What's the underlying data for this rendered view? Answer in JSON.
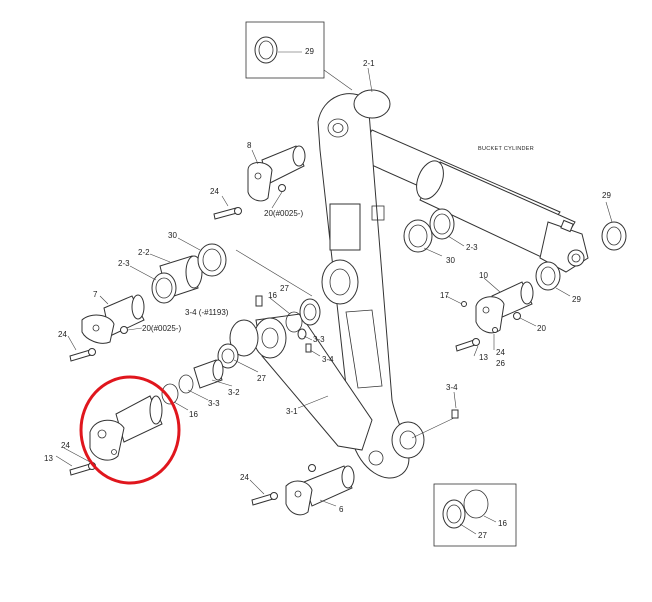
{
  "diagram": {
    "cylinder_label": "BUCKET CYLINDER",
    "labels": {
      "l29a": "29",
      "l21": "2-1",
      "l8": "8",
      "l24a": "24",
      "l20a": "20(#0025-)",
      "l30a": "30",
      "l22a": "2-2",
      "l23a": "2-3",
      "l7": "7",
      "l24b": "24",
      "l20b": "20(#0025-)",
      "l16a": "16",
      "l34a": "3-4  (-#1193)",
      "l27a": "27",
      "l33a": "3-3",
      "l34b": "3-4",
      "l27b": "27",
      "l32": "3-2",
      "l33b": "3-3",
      "l16b": "16",
      "l31": "3-1",
      "l24c": "24",
      "l13a": "13",
      "l24d": "24",
      "l6": "6",
      "l30b": "30",
      "l23b": "2-3",
      "l10": "10",
      "l17": "17",
      "l20c": "20",
      "l13b": "13",
      "l24e": "24",
      "l26": "26",
      "l29b": "29",
      "l29c": "29",
      "l34c": "3-4",
      "l16c": "16",
      "l27c": "27"
    }
  },
  "colors": {
    "highlight": "#e0161d",
    "line": "#333333"
  }
}
